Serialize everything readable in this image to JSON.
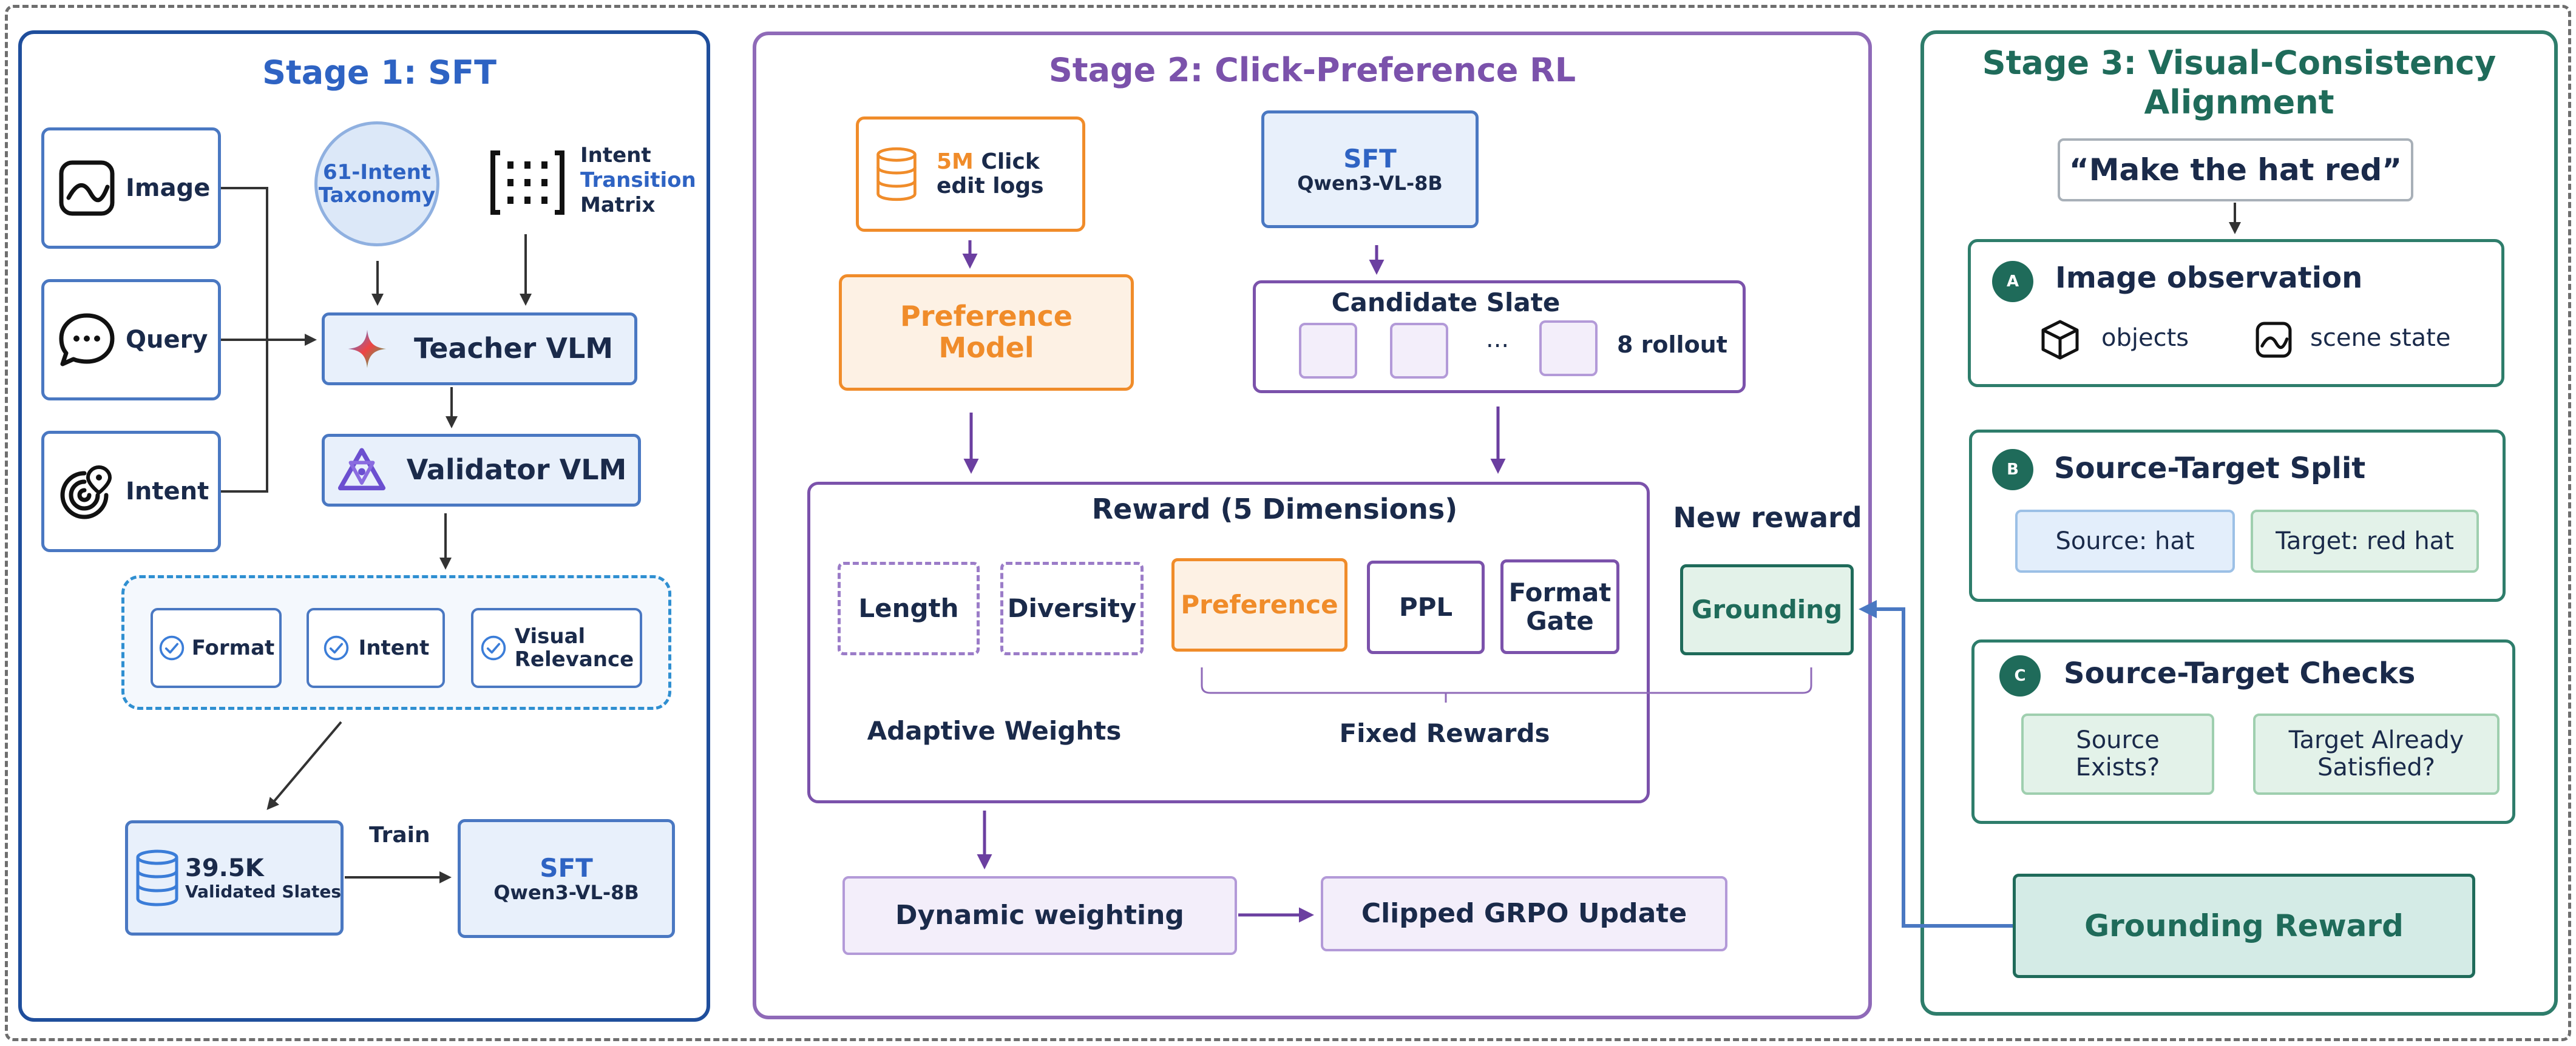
{
  "colors": {
    "stage1": "#1f4e9c",
    "stage2": "#7b52ab",
    "stage3": "#1f6b5a",
    "orange": "#f08c2a",
    "blue_fill": "#e8f0fb",
    "purple_fill": "#f3eefa",
    "green_fill": "#e3f2e9",
    "teal_fill": "#d4ebe6"
  },
  "stage1": {
    "title": "Stage 1: SFT",
    "inputs": [
      {
        "label": "Image",
        "icon": "image-icon"
      },
      {
        "label": "Query",
        "icon": "chat-bubble-icon"
      },
      {
        "label": "Intent",
        "icon": "target-pin-icon"
      }
    ],
    "taxonomy": {
      "line1": "61-Intent",
      "line2": "Taxonomy"
    },
    "matrix": {
      "line1": "Intent",
      "line2": "Transition",
      "line3": "Matrix",
      "icon": "matrix-icon"
    },
    "teacher": {
      "label": "Teacher VLM",
      "icon": "gemini-star-icon"
    },
    "validator": {
      "label": "Validator VLM",
      "icon": "validator-logo-icon"
    },
    "checks": [
      {
        "label": "Format"
      },
      {
        "label": "Intent"
      },
      {
        "label_line1": "Visual",
        "label_line2": "Relevance"
      }
    ],
    "slates": {
      "count": "39.5K",
      "label": "Validated Slates",
      "icon": "database-icon"
    },
    "train_label": "Train",
    "sft": {
      "title": "SFT",
      "model": "Qwen3-VL-8B"
    }
  },
  "stage2": {
    "title": "Stage 2: Click-Preference RL",
    "logs": {
      "highlight": "5M",
      "line1_rest": " Click",
      "line2": "edit logs",
      "icon": "database-icon"
    },
    "sft": {
      "title": "SFT",
      "model": "Qwen3-VL-8B"
    },
    "preference_model": {
      "line1": "Preference",
      "line2": "Model"
    },
    "candidate_slate": {
      "title": "Candidate Slate",
      "ellipsis": "...",
      "rollout": "8 rollout"
    },
    "reward": {
      "title": "Reward (5 Dimensions)",
      "adaptive": [
        "Length",
        "Diversity"
      ],
      "adaptive_label": "Adaptive Weights",
      "fixed_preference": "Preference",
      "fixed_ppl": "PPL",
      "fixed_gate_line1": "Format",
      "fixed_gate_line2": "Gate",
      "fixed_label": "Fixed Rewards"
    },
    "new_reward_label": "New reward",
    "grounding": "Grounding",
    "dynamic": "Dynamic weighting",
    "grpo": "Clipped GRPO Update"
  },
  "stage3": {
    "title_line1": "Stage 3: Visual-Consistency",
    "title_line2": "Alignment",
    "prompt": "“Make the hat red”",
    "sections": [
      {
        "badge": "A",
        "title": "Image observation",
        "item1": "objects",
        "item2": "scene state"
      },
      {
        "badge": "B",
        "title": "Source-Target Split",
        "source": "Source: hat",
        "target": "Target: red hat"
      },
      {
        "badge": "C",
        "title": "Source-Target Checks",
        "q1_line1": "Source",
        "q1_line2": "Exists?",
        "q2_line1": "Target Already",
        "q2_line2": "Satisfied?"
      }
    ],
    "grounding_reward": "Grounding Reward"
  }
}
